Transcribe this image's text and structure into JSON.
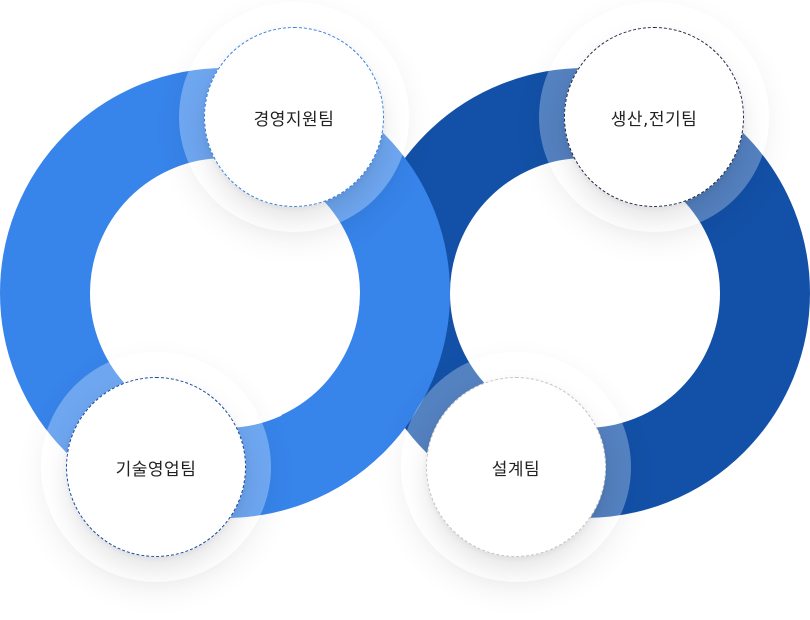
{
  "nodes": {
    "mgmt": {
      "label": "경영지원팀"
    },
    "prod": {
      "label": "생산,전기팀"
    },
    "sales": {
      "label": "기술영업팀"
    },
    "design": {
      "label": "설계팀"
    }
  },
  "colors": {
    "ring_left": "#3784ea",
    "ring_right": "#1351a8",
    "border_mgmt": "#3b7fe0",
    "border_prod": "#1f2b44",
    "border_sales": "#17479e",
    "border_design": "#c4c4c4"
  }
}
